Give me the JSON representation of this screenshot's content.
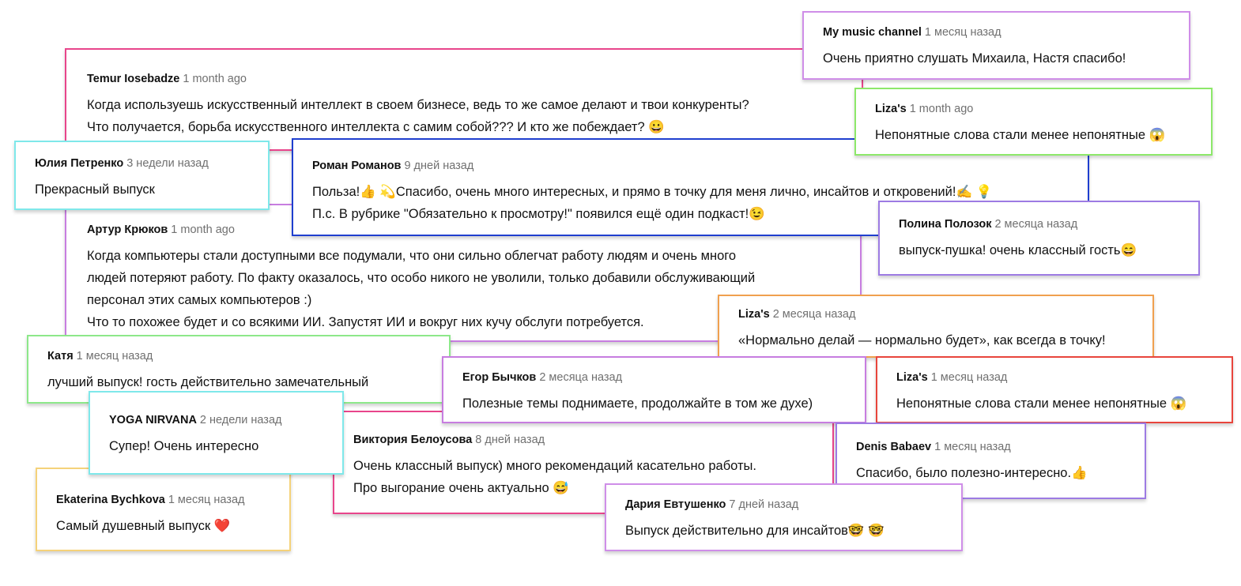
{
  "comments": [
    {
      "author": "Temur Iosebadze",
      "time": "1 month ago",
      "color": "#e8458b",
      "lines": [
        "Когда используешь искусственный интеллект в своем бизнесе, ведь то же самое делают и твои конкуренты?",
        "Что получается, борьба искусственного интеллекта с самим собой??? И кто же побеждает? 😀"
      ]
    },
    {
      "author": "Артур Крюков",
      "time": "1 month ago",
      "color": "#c77de0",
      "lines": [
        "Когда компьютеры стали доступными все подумали, что они сильно облегчат работу людям и очень много",
        "людей потеряют работу. По факту оказалось, что особо никого не уволили, только добавили обслуживающий",
        "персонал этих самых компьютеров :)",
        "Что то похожее будет и со всякими ИИ. Запустят ИИ и вокруг них кучу обслуги потребуется."
      ]
    },
    {
      "author": "Роман Романов",
      "time": "9 дней назад",
      "color": "#1f3fcf",
      "lines": [
        "Польза!👍 💫Спасибо, очень много интересных, и прямо в точку для меня лично, инсайтов и откровений!✍️ 💡",
        "П.с. В рубрике \"Обязательно к просмотру!\" появился ещё один подкаст!😉"
      ]
    },
    {
      "author": "Юлия Петренко",
      "time": "3 недели назад",
      "color": "#7fe8ea",
      "lines": [
        "Прекрасный выпуск"
      ]
    },
    {
      "author": "My music channel",
      "time": "1 месяц назад",
      "color": "#cf8ee8",
      "lines": [
        "Очень приятно слушать Михаила, Настя спасибо!"
      ]
    },
    {
      "author": "Liza's",
      "time": "1 month ago",
      "color": "#8de86a",
      "lines": [
        "Непонятные слова стали менее непонятные 😱"
      ]
    },
    {
      "author": "Полина Полозок",
      "time": "2 месяца назад",
      "color": "#9d7be3",
      "lines": [
        "выпуск-пушка! очень классный гость😄"
      ]
    },
    {
      "author": "Liza's",
      "time": "2 месяца назад",
      "color": "#f0a04f",
      "lines": [
        "«Нормально делай — нормально будет», как всегда в точку!"
      ]
    },
    {
      "author": "Катя",
      "time": "1 месяц назад",
      "color": "#8de88a",
      "lines": [
        "лучший выпуск! гость действительно замечательный"
      ]
    },
    {
      "author": "Виктория Белоусова",
      "time": "8 дней назад",
      "color": "#e8458b",
      "lines": [
        "Очень классный выпуск) много рекомендаций касательно работы.",
        "Про выгорание очень актуально 😅"
      ]
    },
    {
      "author": "Егор Бычков",
      "time": "2 месяца назад",
      "color": "#c77de0",
      "lines": [
        "Полезные темы поднимаете, продолжайте в том же духе)"
      ]
    },
    {
      "author": "Liza's",
      "time": "1 месяц назад",
      "color": "#e8453c",
      "lines": [
        "Непонятные слова стали менее непонятные 😱"
      ]
    },
    {
      "author": "Denis Babaev",
      "time": "1 месяц назад",
      "color": "#9d7be3",
      "lines": [
        "Спасибо, было полезно-интересно.👍"
      ]
    },
    {
      "author": "Дария Евтушенко",
      "time": "7 дней назад",
      "color": "#cf8ee8",
      "lines": [
        "Выпуск действительно для инсайтов🤓 🤓"
      ]
    },
    {
      "author": "Ekaterina Bychkova",
      "time": "1 месяц назад",
      "color": "#f5d27a",
      "lines": [
        "Самый душевный выпуск ❤️"
      ]
    },
    {
      "author": "YOGA NIRVANA",
      "time": "2 недели назад",
      "color": "#7fe8ea",
      "lines": [
        "Супер! Очень интересно"
      ]
    }
  ]
}
